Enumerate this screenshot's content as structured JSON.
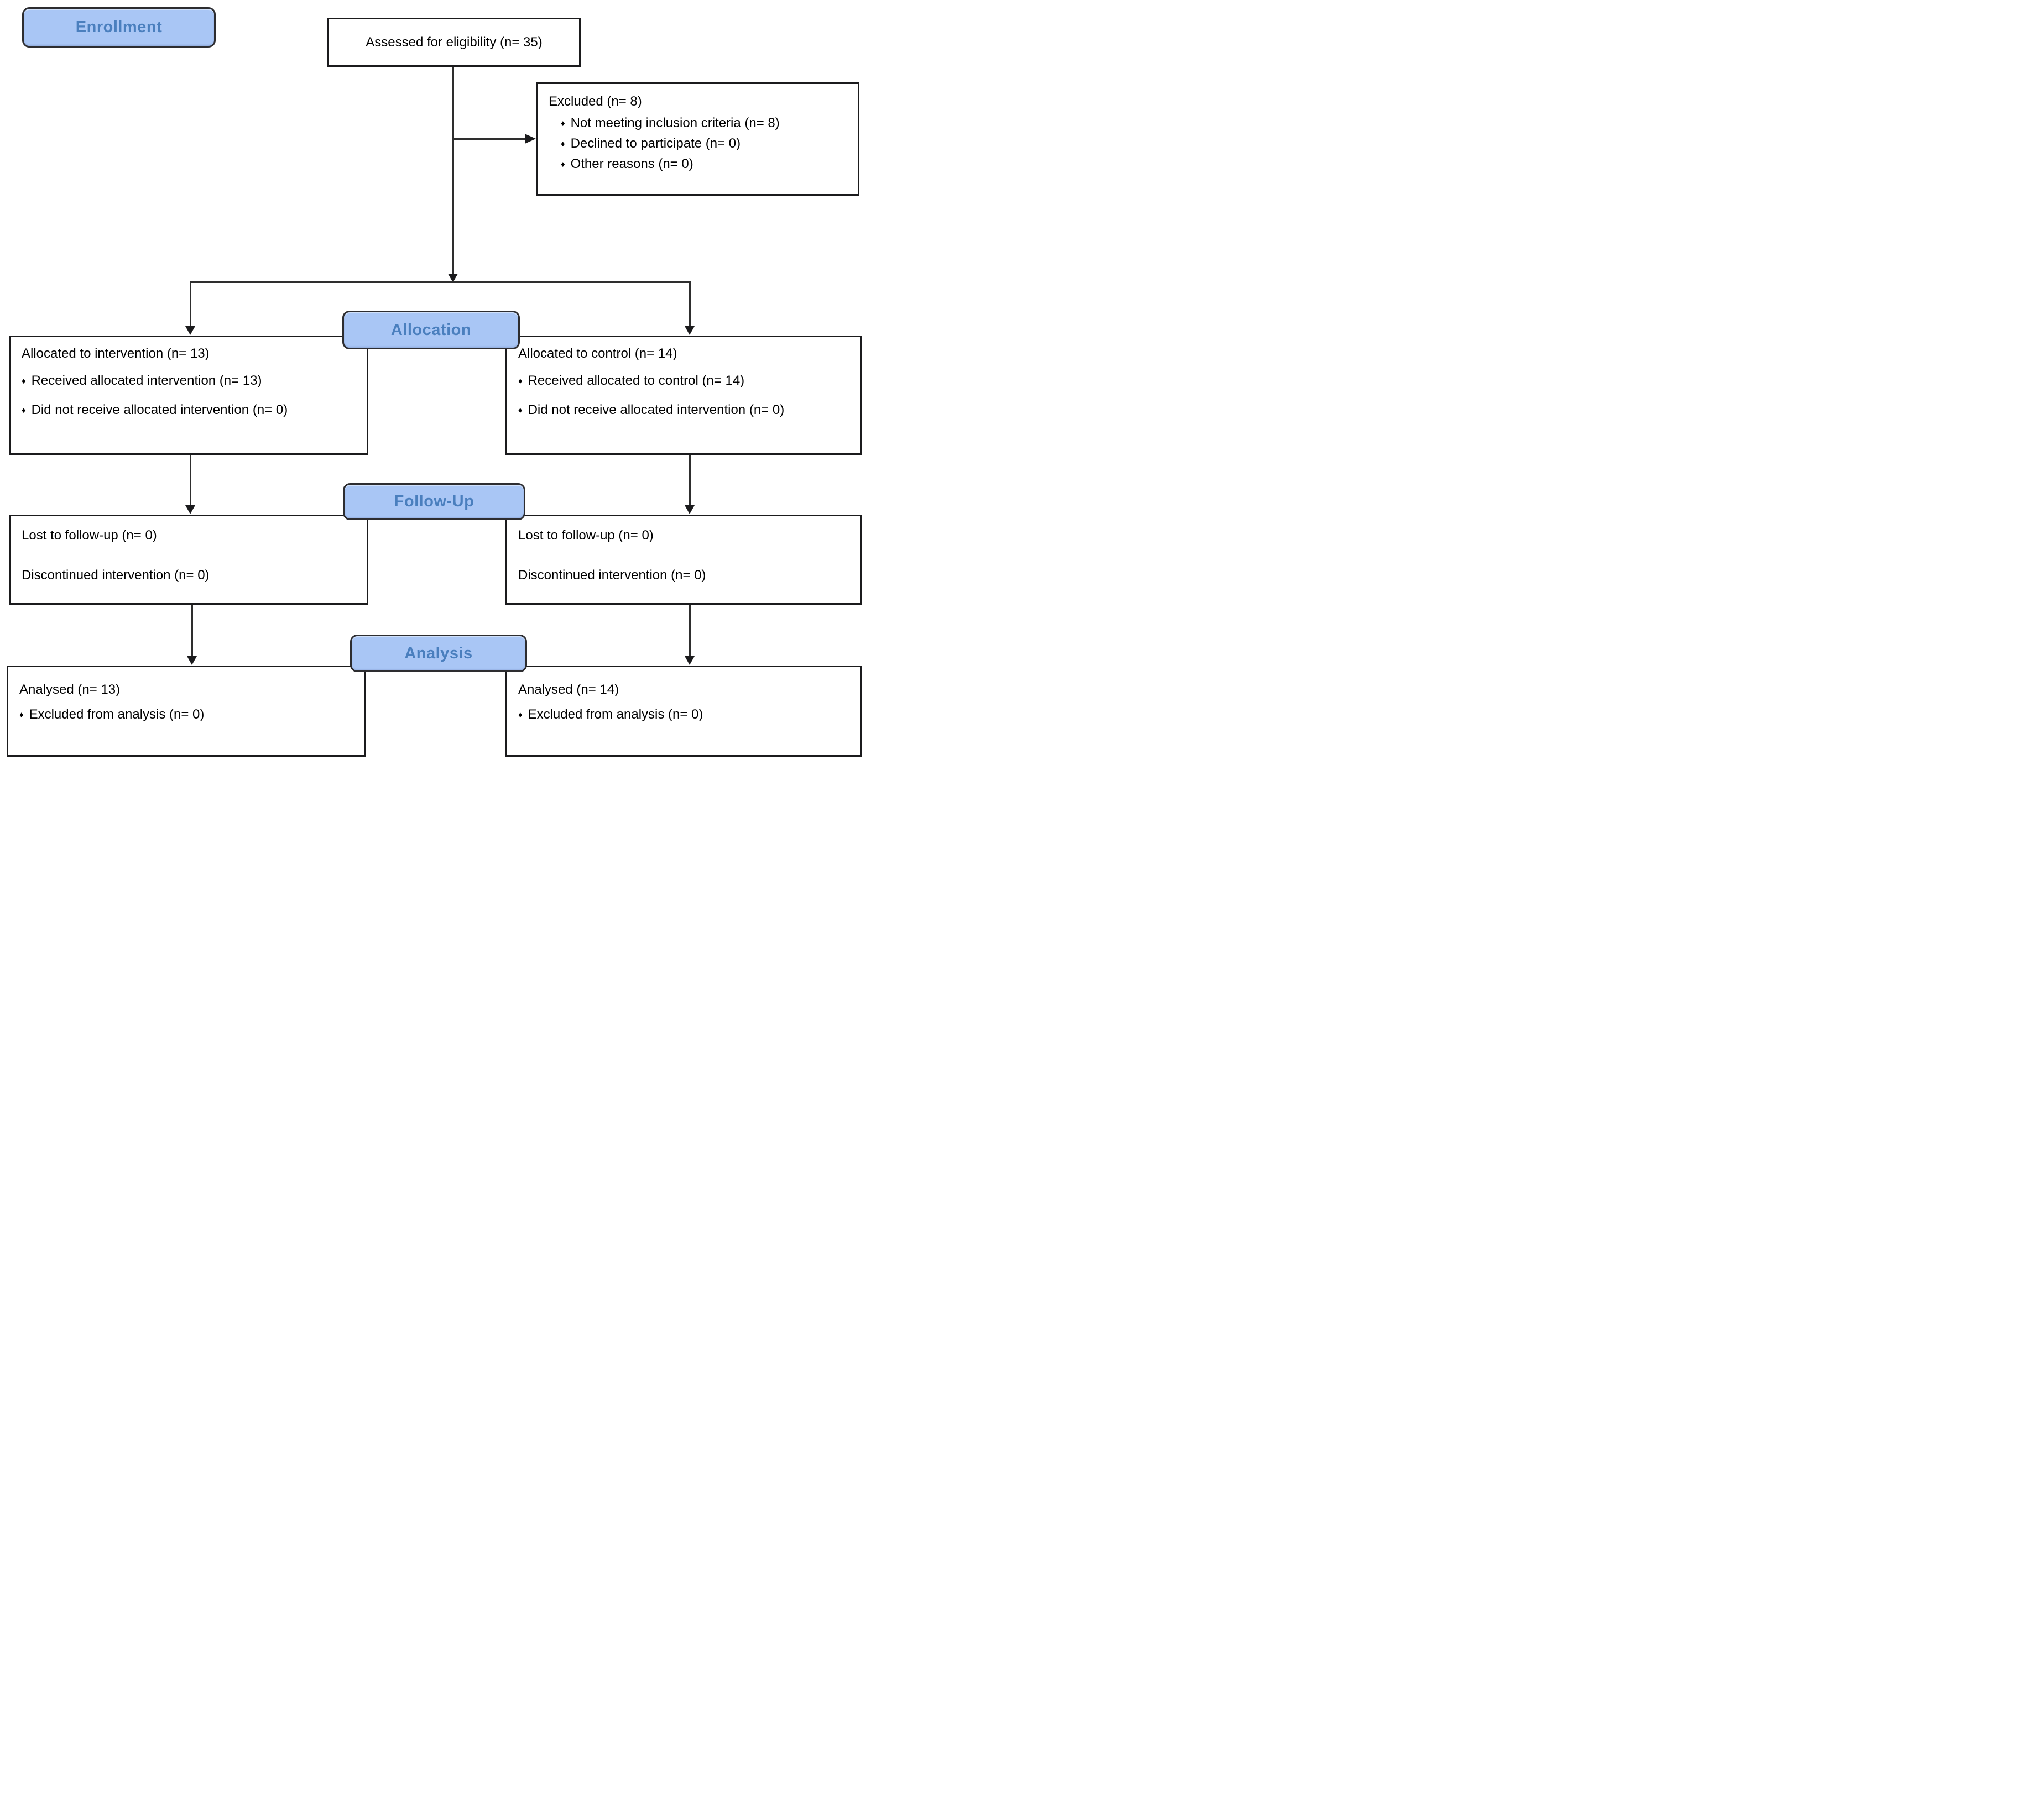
{
  "stage_labels": {
    "enrollment": "Enrollment",
    "allocation": "Allocation",
    "followup": "Follow-Up",
    "analysis": "Analysis"
  },
  "bullet_glyph": "♦",
  "boxes": {
    "assessed": {
      "text": "Assessed for eligibility (n= 35)"
    },
    "excluded": {
      "title": "Excluded (n= 8)",
      "bullets": [
        "Not meeting inclusion criteria (n= 8)",
        "Declined to participate (n= 0)",
        "Other reasons (n= 0)"
      ]
    },
    "allocation_intervention": {
      "title": "Allocated to intervention (n= 13)",
      "bullets": [
        "Received allocated intervention (n= 13)",
        "Did not receive allocated intervention (n= 0)"
      ]
    },
    "allocation_control": {
      "title": "Allocated to control (n= 14)",
      "bullets": [
        "Received allocated to control (n= 14)",
        "Did not receive allocated intervention (n= 0)"
      ]
    },
    "followup_intervention": {
      "lines": [
        "Lost to follow-up (n= 0)",
        "Discontinued intervention (n= 0)"
      ]
    },
    "followup_control": {
      "lines": [
        "Lost to follow-up (n= 0)",
        "Discontinued intervention (n= 0)"
      ]
    },
    "analysis_intervention": {
      "title": "Analysed (n= 13)",
      "bullets": [
        "Excluded from analysis (n= 0)"
      ]
    },
    "analysis_control": {
      "title": "Analysed (n= 14)",
      "bullets": [
        "Excluded from analysis (n= 0)"
      ]
    }
  },
  "colors": {
    "stage_fill": "#a9c6f5",
    "stage_text": "#4a7fbe",
    "stage_border": "#2d2d30",
    "box_border": "#1b1b1d",
    "connector": "#2e2e2e",
    "text": "#000000",
    "background": "#ffffff"
  }
}
